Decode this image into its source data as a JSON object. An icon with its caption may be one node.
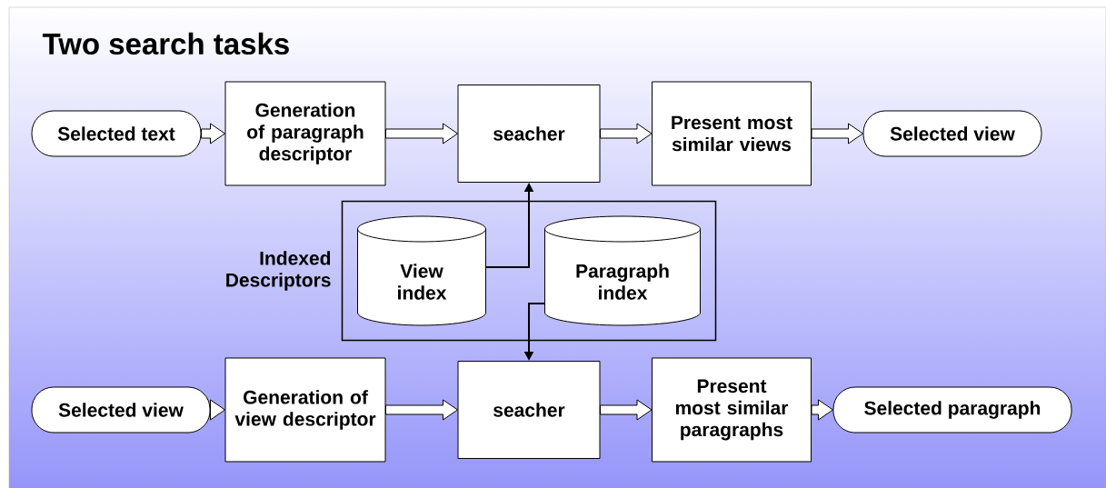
{
  "diagram": {
    "title": "Two search tasks",
    "nodes": [
      {
        "text": [
          "Selected text"
        ]
      },
      {
        "text": [
          "Generation of paragraph descriptor"
        ]
      },
      {
        "text": [
          "seacher"
        ]
      },
      {
        "text": [
          "Present most similar views"
        ]
      },
      {
        "text": [
          "Selected view"
        ]
      },
      {
        "text": [
          "Indexed Descriptors"
        ]
      },
      {
        "text": [
          "View index"
        ],
        "in": 5
      },
      {
        "text": [
          "Paragraph index"
        ],
        "in": 5
      },
      {
        "text": [
          "Selected view"
        ]
      },
      {
        "text": [
          "Generation of view descriptor"
        ]
      },
      {
        "text": [
          "seacher"
        ]
      },
      {
        "text": [
          "Present most similar paragraphs"
        ]
      },
      {
        "text": [
          "Selected paragraph"
        ]
      }
    ],
    "edges": [
      {
        "from": 0,
        "to": 1,
        "arrow": "to"
      },
      {
        "from": 1,
        "to": 2,
        "arrow": "to"
      },
      {
        "from": 2,
        "to": 3,
        "arrow": "to"
      },
      {
        "from": 3,
        "to": 4,
        "arrow": "to"
      },
      {
        "from": 6,
        "to": 2,
        "arrow": "to"
      },
      {
        "from": 7,
        "to": 10,
        "arrow": "to"
      },
      {
        "from": 8,
        "to": 9,
        "arrow": "to"
      },
      {
        "from": 9,
        "to": 10,
        "arrow": "to"
      },
      {
        "from": 10,
        "to": 11,
        "arrow": "to"
      },
      {
        "from": 11,
        "to": 12,
        "arrow": "to"
      }
    ]
  }
}
